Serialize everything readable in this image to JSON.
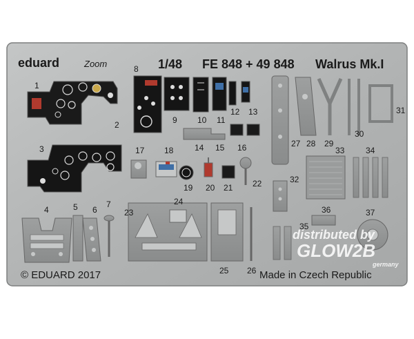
{
  "brand": "eduard",
  "zoom_logo": "Zoom",
  "header": {
    "scale": "1/48",
    "codes": "FE 848 + 49 848",
    "model": "Walrus Mk.I"
  },
  "footer": {
    "copyright": "© EDUARD 2017",
    "origin": "Made in Czech Republic"
  },
  "watermark": {
    "line1": "distributed by",
    "line2": "GLOW2B",
    "line3": "germany"
  },
  "part_numbers": [
    "1",
    "2",
    "3",
    "4",
    "5",
    "6",
    "7",
    "8",
    "9",
    "10",
    "11",
    "12",
    "13",
    "14",
    "15",
    "16",
    "17",
    "18",
    "19",
    "20",
    "21",
    "22",
    "23",
    "24",
    "25",
    "26",
    "27",
    "28",
    "29",
    "30",
    "31",
    "32",
    "33",
    "34",
    "35",
    "36",
    "37"
  ],
  "colors": {
    "metal": "#b4b6b6",
    "metal_dark": "#8e9090",
    "panel_black": "#141414",
    "text": "#1a1a1a",
    "watermark": "#ffffff"
  }
}
